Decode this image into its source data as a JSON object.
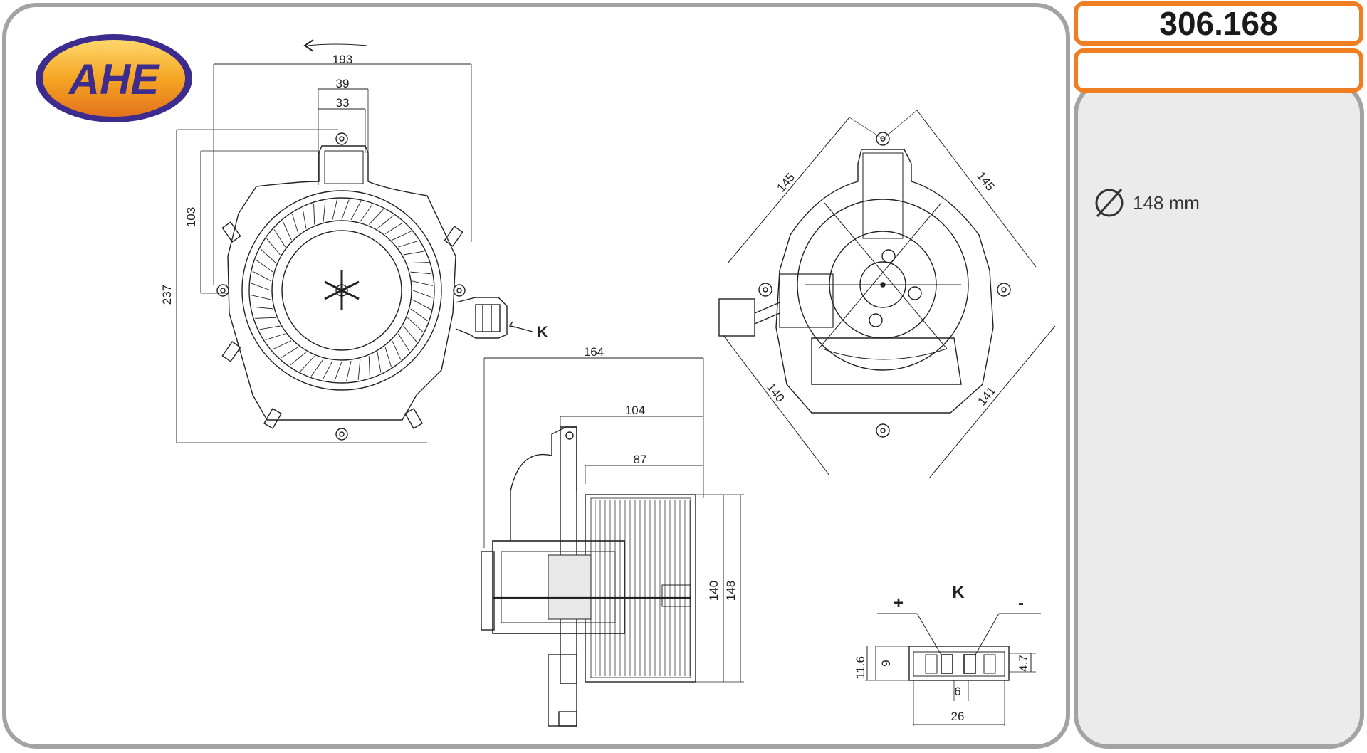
{
  "brand": {
    "logo_text": "AHE"
  },
  "part": {
    "code": "306.168",
    "diameter_label": "148 mm"
  },
  "drawing": {
    "dims_top_view": {
      "d193": "193",
      "d39": "39",
      "d33": "33",
      "d103": "103",
      "d237": "237"
    },
    "dims_side_view": {
      "d164": "164",
      "d104": "104",
      "d87": "87",
      "d140": "140",
      "d148": "148"
    },
    "dims_rear_view": {
      "d145a": "145",
      "d145b": "145",
      "d140": "140",
      "d141": "141"
    },
    "connector": {
      "label": "K",
      "plus": "+",
      "minus": "-",
      "d11_6": "11.6",
      "d9": "9",
      "d4_7": "4.7",
      "d6": "6",
      "d26": "26"
    }
  }
}
